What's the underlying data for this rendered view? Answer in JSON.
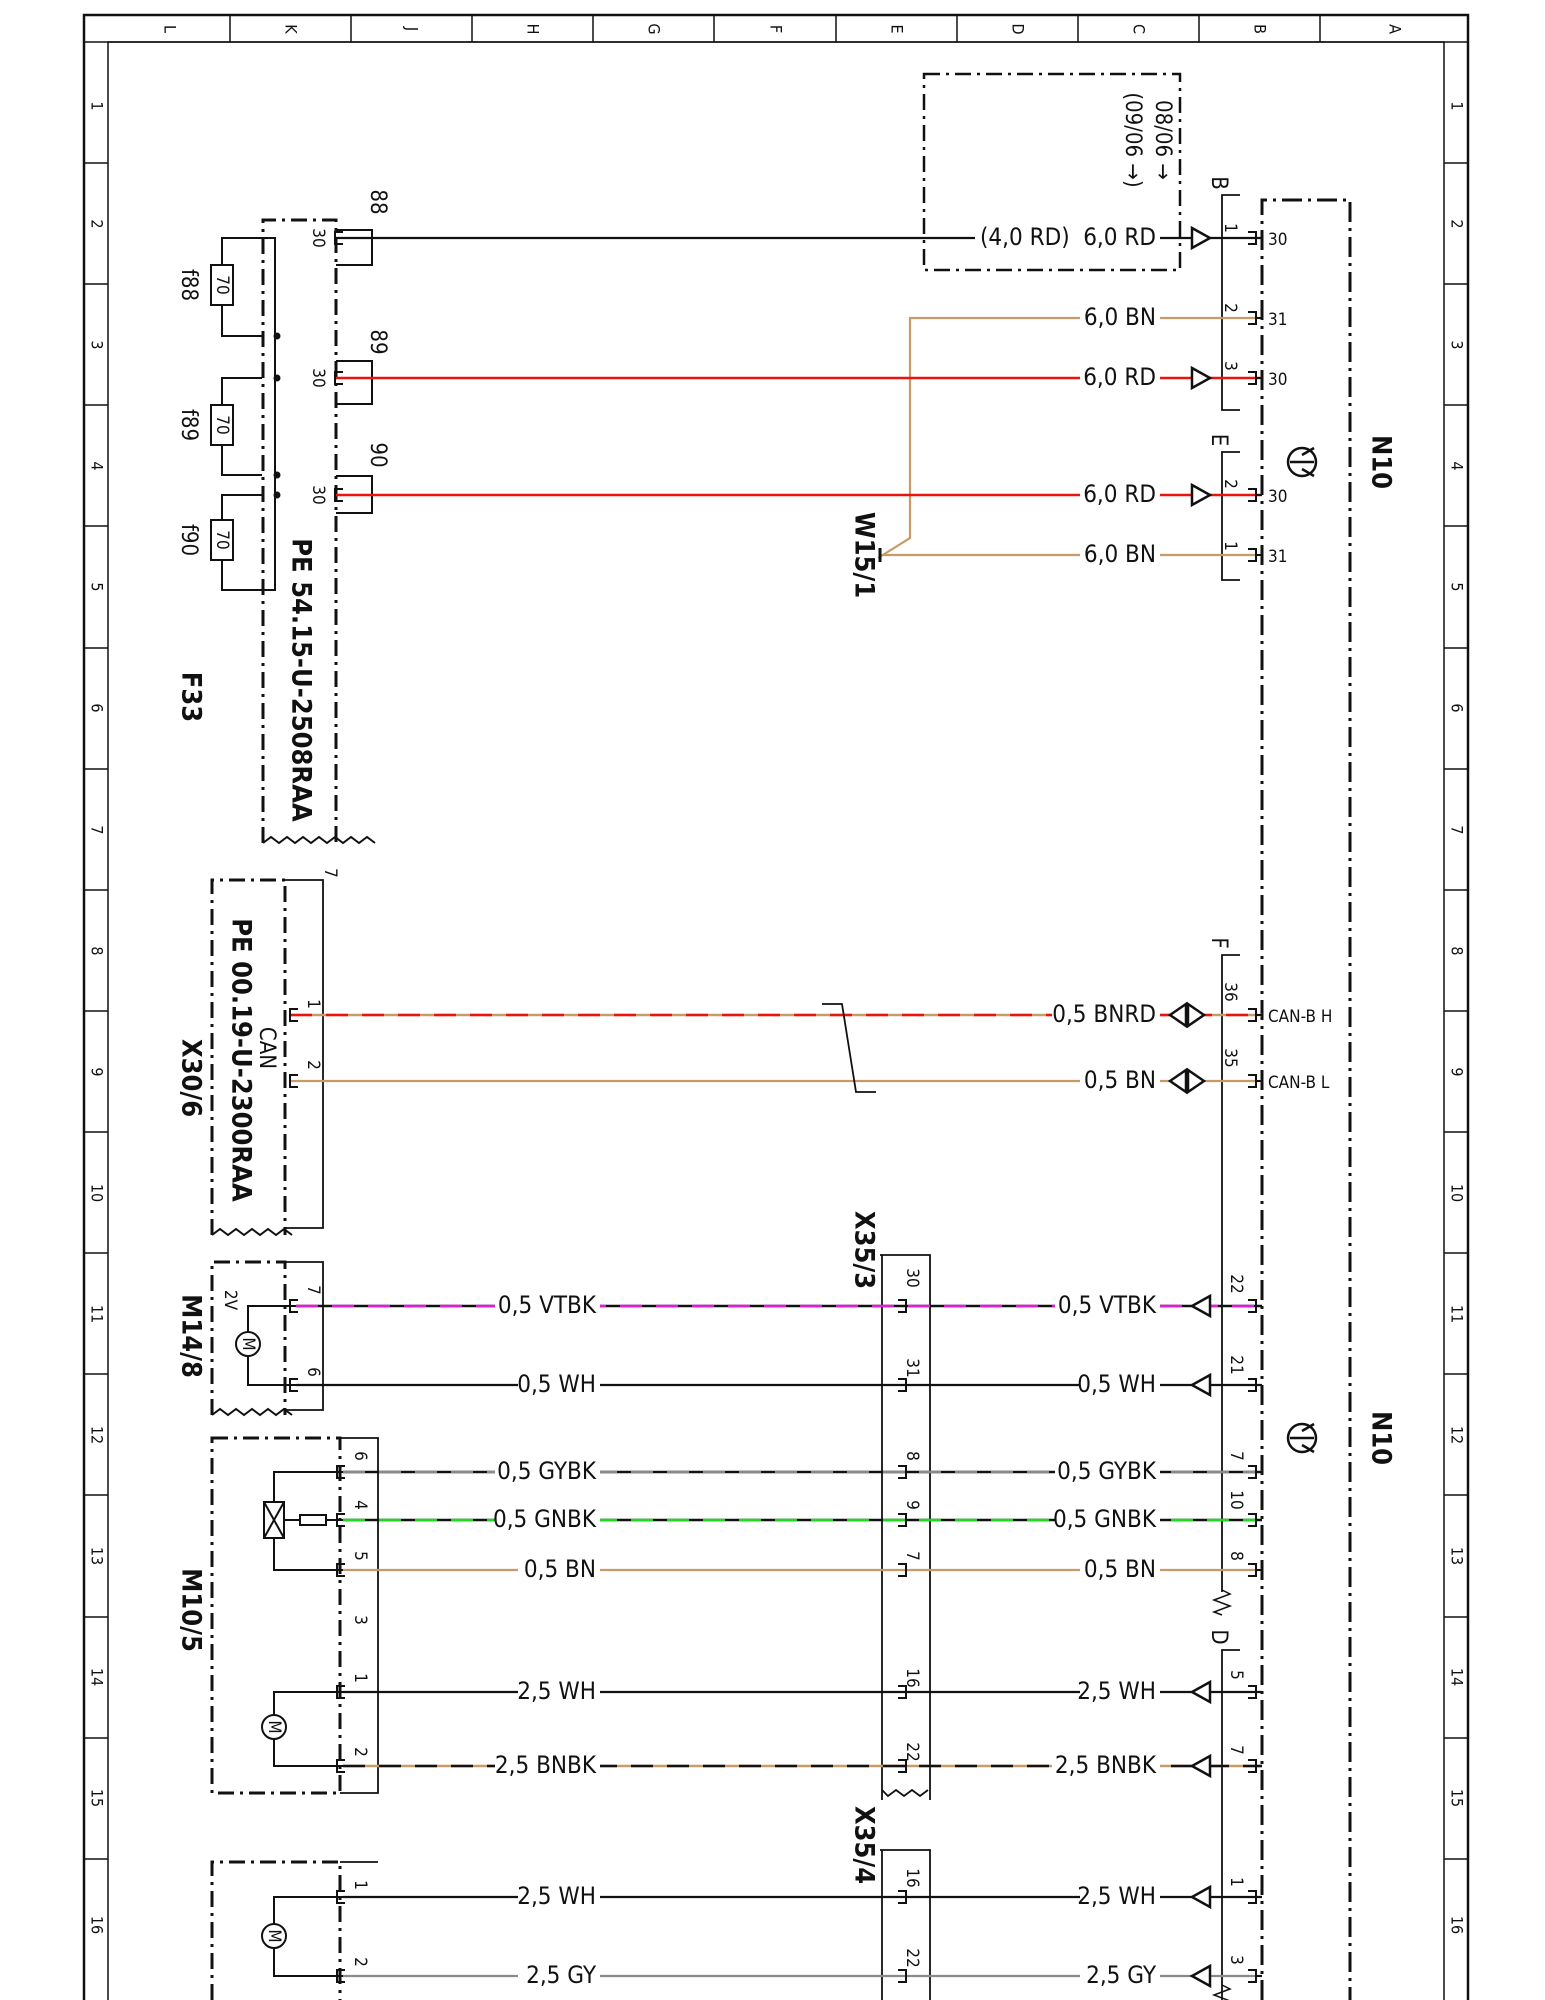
{
  "grid": {
    "columns": [
      "L",
      "K",
      "J",
      "H",
      "G",
      "F",
      "E",
      "D",
      "C",
      "B",
      "A"
    ],
    "rows": [
      "1",
      "2",
      "3",
      "4",
      "5",
      "6",
      "7",
      "8",
      "9",
      "10",
      "11",
      "12",
      "13",
      "14",
      "15",
      "16"
    ]
  },
  "colors": {
    "RD": "#e8140e",
    "BN": "#c89a66",
    "VT": "#e01ed8",
    "GN": "#1fd91f",
    "GY": "#8a8a8a",
    "BK": "#111111",
    "WH": "#111111"
  },
  "components": {
    "f33": {
      "label": "F33",
      "ref": "PE 54.15-U-2508RAA",
      "fuses": [
        "f88",
        "f89",
        "f90"
      ],
      "rating": "70",
      "outputs": [
        "88",
        "89",
        "90"
      ],
      "terminal": "30"
    },
    "x30_6": {
      "label": "X30/6",
      "ref": "PE 00.19-U-2300RAA",
      "bus": "CAN",
      "pin_top": "7",
      "pins": [
        "1",
        "2"
      ]
    },
    "m14_8": {
      "label": "M14/8",
      "voltage": "2V",
      "motor": "M",
      "pins": [
        "7",
        "6"
      ]
    },
    "m10_5": {
      "label": "M10/5",
      "motor": "M",
      "pins": [
        "6",
        "4",
        "5",
        "3",
        "1",
        "2"
      ]
    },
    "m_lower": {
      "motor": "M",
      "pins": [
        "1",
        "2"
      ]
    },
    "x35_3": {
      "label": "X35/3",
      "pins": [
        "30",
        "31",
        "8",
        "9",
        "7",
        "16",
        "22"
      ]
    },
    "x35_4": {
      "label": "X35/4",
      "pins": [
        "16",
        "22"
      ]
    },
    "w15_1": {
      "label": "W15/1"
    },
    "n10": {
      "label": "N10"
    },
    "variant_box": {
      "line1": "08/06 →",
      "line2": "(09/06 →)"
    },
    "connectors": {
      "B": {
        "label": "B",
        "pins": [
          "1",
          "2",
          "3"
        ],
        "terminals": [
          "30",
          "31",
          "30"
        ]
      },
      "E": {
        "label": "E",
        "pins": [
          "2",
          "1"
        ],
        "terminals": [
          "30",
          "31"
        ]
      },
      "F": {
        "label": "F",
        "pins": [
          "36",
          "35",
          "22",
          "21",
          "7",
          "10",
          "8"
        ],
        "terminals": [
          "CAN-B H",
          "CAN-B L"
        ]
      },
      "D": {
        "label": "D",
        "pins": [
          "5",
          "7",
          "1",
          "3"
        ]
      }
    }
  },
  "wires": {
    "w1": {
      "right": "6,0 RD",
      "mid": "(4,0 RD)"
    },
    "w2": {
      "right": "6,0 BN"
    },
    "w3": {
      "right": "6,0 RD"
    },
    "w4": {
      "right": "6,0 RD"
    },
    "w5": {
      "right": "6,0 BN"
    },
    "w6": {
      "right": "0,5 BNRD"
    },
    "w7": {
      "right": "0,5 BN"
    },
    "w8": {
      "left": "0,5 VTBK",
      "right": "0,5 VTBK"
    },
    "w9": {
      "left": "0,5 WH",
      "right": "0,5 WH"
    },
    "w10": {
      "left": "0,5 GYBK",
      "right": "0,5 GYBK"
    },
    "w11": {
      "left": "0,5 GNBK",
      "right": "0,5 GNBK"
    },
    "w12": {
      "left": "0,5 BN",
      "right": "0,5 BN"
    },
    "w13": {
      "left": "2,5 WH",
      "right": "2,5 WH"
    },
    "w14": {
      "left": "2,5 BNBK",
      "right": "2,5 BNBK"
    },
    "w15": {
      "left": "2,5 WH",
      "right": "2,5 WH"
    },
    "w16": {
      "left": "2,5 GY",
      "right": "2,5 GY"
    }
  }
}
